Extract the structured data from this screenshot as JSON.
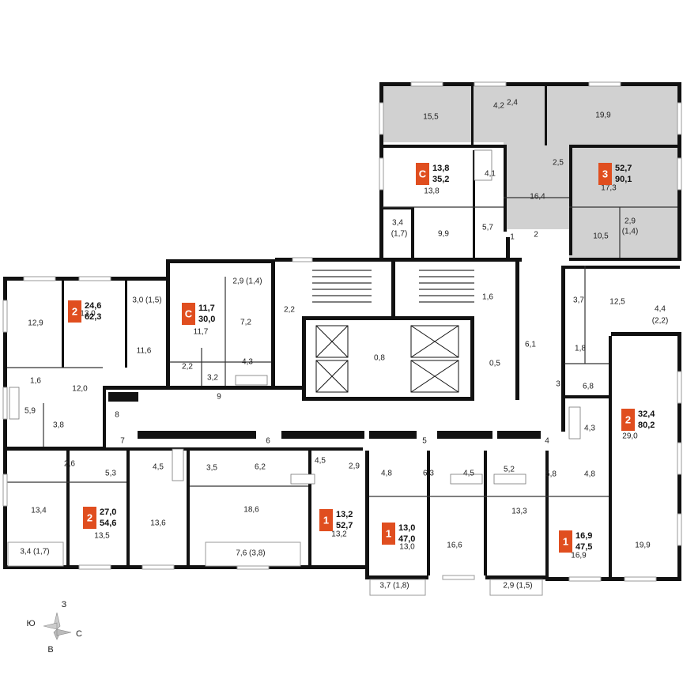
{
  "colors": {
    "badge": "#e04e1f",
    "highlight": "#d1d1d1",
    "wall": "#111111"
  },
  "apartments": [
    {
      "rooms": "2",
      "living": "24,6",
      "total": "62,3"
    },
    {
      "rooms": "С",
      "living": "11,7",
      "total": "30,0"
    },
    {
      "rooms": "С",
      "living": "13,8",
      "total": "35,2"
    },
    {
      "rooms": "3",
      "living": "52,7",
      "total": "90,1",
      "highlighted": true
    },
    {
      "rooms": "2",
      "living": "32,4",
      "total": "80,2"
    },
    {
      "rooms": "2",
      "living": "27,0",
      "total": "54,6"
    },
    {
      "rooms": "1",
      "living": "13,2",
      "total": "52,7"
    },
    {
      "rooms": "1",
      "living": "13,0",
      "total": "47,0"
    },
    {
      "rooms": "1",
      "living": "16,9",
      "total": "47,5"
    }
  ],
  "room_labels": [
    "15,5",
    "4,2",
    "2,4",
    "19,9",
    "13,8",
    "4,1",
    "2,5",
    "16,4",
    "17,3",
    "3,4",
    "(1,7)",
    "9,9",
    "5,7",
    "10,5",
    "2,9",
    "(1,4)",
    "1",
    "2",
    "2,9 (1,4)",
    "3,0 (1,5)",
    "12,9",
    "13,0",
    "11,6",
    "11,7",
    "7,2",
    "2,2",
    "1,6",
    "3,7",
    "12,5",
    "4,4",
    "(2,2)",
    "0,8",
    "0,5",
    "6,1",
    "1,8",
    "2,2",
    "3,2",
    "4,3",
    "1,6",
    "12,0",
    "9",
    "6,8",
    "3",
    "5,9",
    "3,8",
    "4,3",
    "29,0",
    "8",
    "7",
    "6",
    "5",
    "4",
    "2,6",
    "5,3",
    "4,5",
    "3,5",
    "6,2",
    "4,5",
    "2,9",
    "4,8",
    "6,3",
    "4,5",
    "5,2",
    "5,8",
    "4,8",
    "13,4",
    "13,5",
    "13,6",
    "18,6",
    "13,2",
    "13,0",
    "16,6",
    "13,3",
    "16,9",
    "19,9",
    "3,4 (1,7)",
    "7,6 (3,8)",
    "3,7 (1,8)",
    "2,9 (1,5)"
  ],
  "compass": {
    "north": "З",
    "west": "Ю",
    "east": "С",
    "south": "В"
  }
}
